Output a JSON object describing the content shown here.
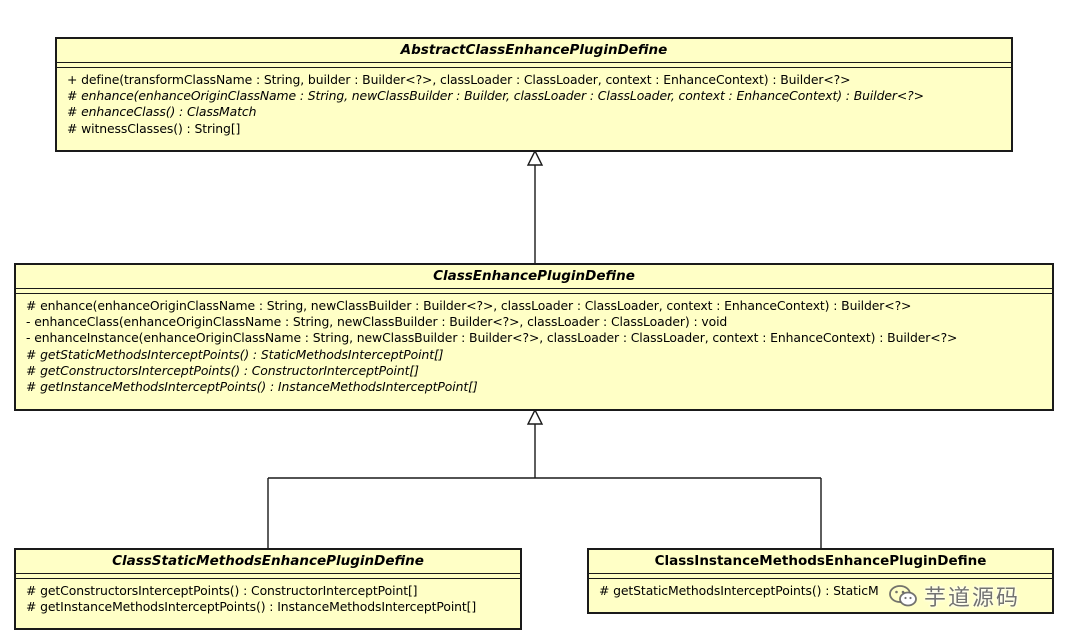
{
  "classes": {
    "abstract_define": {
      "name": "AbstractClassEnhancePluginDefine",
      "operations": [
        "+ define(transformClassName : String, builder : Builder<?>, classLoader : ClassLoader, context : EnhanceContext) : Builder<?>",
        "# enhance(enhanceOriginClassName : String, newClassBuilder : Builder, classLoader : ClassLoader, context : EnhanceContext) : Builder<?>",
        "# enhanceClass() : ClassMatch",
        "# witnessClasses() : String[]"
      ]
    },
    "class_define": {
      "name": "ClassEnhancePluginDefine",
      "operations": [
        "# enhance(enhanceOriginClassName : String, newClassBuilder : Builder<?>, classLoader : ClassLoader, context : EnhanceContext) : Builder<?>",
        "- enhanceClass(enhanceOriginClassName : String, newClassBuilder : Builder<?>, classLoader : ClassLoader) : void",
        "- enhanceInstance(enhanceOriginClassName : String, newClassBuilder : Builder<?>, classLoader : ClassLoader, context : EnhanceContext) : Builder<?>",
        "# getStaticMethodsInterceptPoints() : StaticMethodsInterceptPoint[]",
        "# getConstructorsInterceptPoints() : ConstructorInterceptPoint[]",
        "# getInstanceMethodsInterceptPoints() : InstanceMethodsInterceptPoint[]"
      ]
    },
    "static_define": {
      "name": "ClassStaticMethodsEnhancePluginDefine",
      "operations": [
        "# getConstructorsInterceptPoints() : ConstructorInterceptPoint[]",
        "# getInstanceMethodsInterceptPoints() : InstanceMethodsInterceptPoint[]"
      ]
    },
    "instance_define": {
      "name": "ClassInstanceMethodsEnhancePluginDefine",
      "operations": [
        "# getStaticMethodsInterceptPoints() : StaticM"
      ]
    }
  },
  "watermark": {
    "text": "芋道源码",
    "icon": "wechat-icon"
  },
  "colors": {
    "class_fill": "#ffffc6",
    "border": "#1a1a1a"
  }
}
